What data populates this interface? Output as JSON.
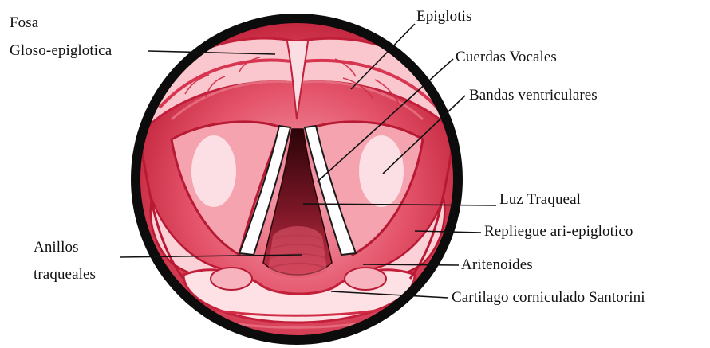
{
  "labels": {
    "fosa_line1": "Fosa",
    "fosa_line2": "Gloso-epiglotica",
    "epiglotis": "Epiglotis",
    "cuerdas_vocales": "Cuerdas Vocales",
    "bandas_ventriculares": "Bandas ventriculares",
    "luz_traqueal": "Luz Traqueal",
    "repliegue": "Repliegue ari-epiglotico",
    "aritenoides": "Aritenoides",
    "cartilago": "Cartilago corniculado Santorini",
    "anillos_line1": "Anillos",
    "anillos_line2": "traqueales"
  },
  "colors": {
    "ring": "#0c0c0c",
    "tissue_dark": "#c2203a",
    "tissue_mid": "#e04a60",
    "tissue_light": "#f39aa8",
    "tissue_pale": "#fbd3d8",
    "highlight": "#fff2f3",
    "glottis_dark": "#3a0a12",
    "leader_line": "#111111"
  }
}
